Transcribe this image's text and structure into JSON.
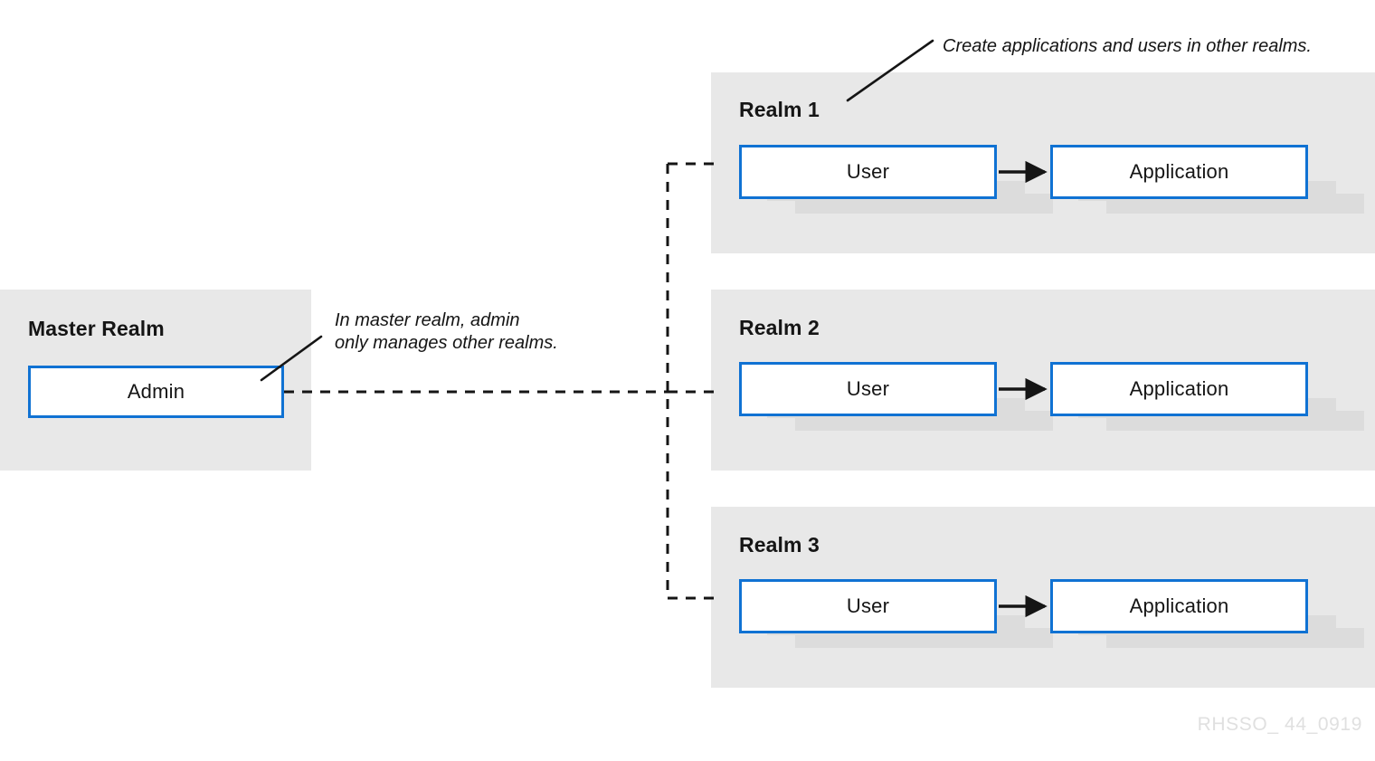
{
  "diagram": {
    "footer_id": "RHSSO_ 44_0919",
    "colors": {
      "panel_bg": "#e8e8e8",
      "stack_shadow": "#dcdcdc",
      "node_border": "#1072d3",
      "node_fill": "#ffffff",
      "text": "#151515",
      "arrow": "#151515",
      "footer": "#e0e0e0",
      "page_bg": "#ffffff"
    },
    "master": {
      "title": "Master Realm",
      "admin_label": "Admin",
      "annotation": "In master realm, admin\nonly manages other realms."
    },
    "top_annotation": "Create applications and users in other realms.",
    "realms": [
      {
        "title": "Realm 1",
        "user_label": "User",
        "application_label": "Application"
      },
      {
        "title": "Realm 2",
        "user_label": "User",
        "application_label": "Application"
      },
      {
        "title": "Realm 3",
        "user_label": "User",
        "application_label": "Application"
      }
    ]
  }
}
